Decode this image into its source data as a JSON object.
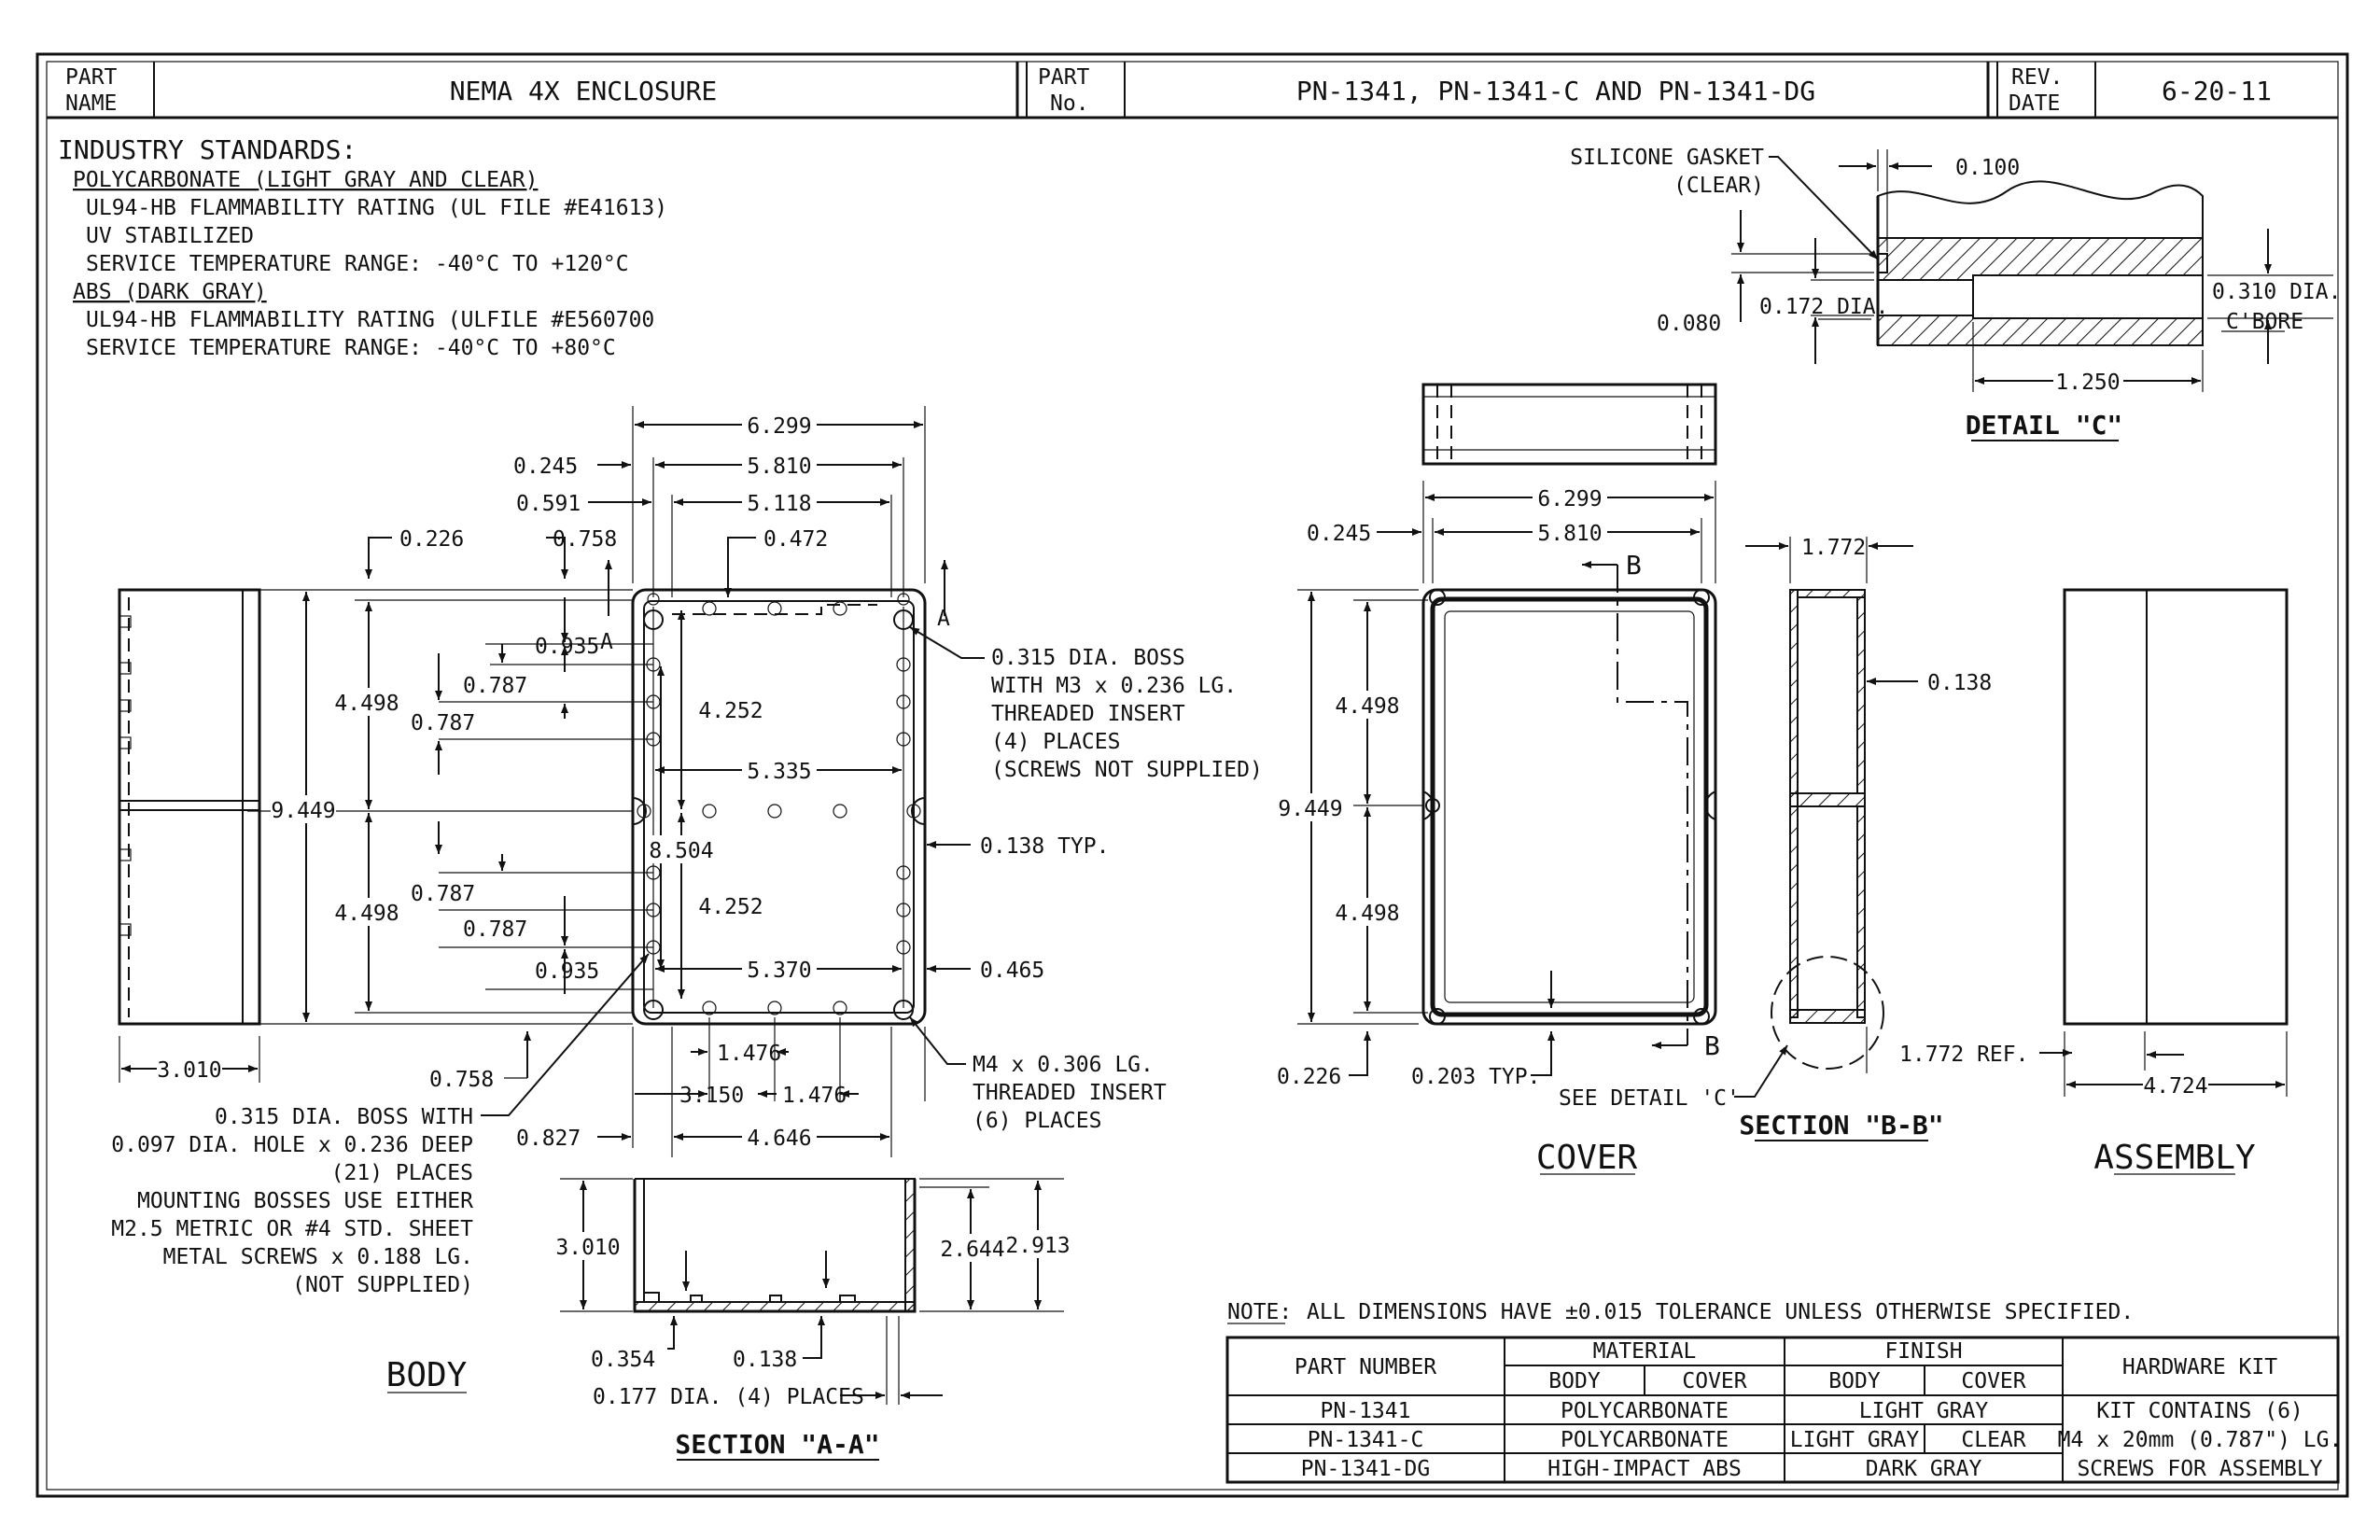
{
  "title_block": {
    "part_name_label_1": "PART",
    "part_name_label_2": "NAME",
    "part_name": "NEMA 4X ENCLOSURE",
    "part_no_label_1": "PART",
    "part_no_label_2": "No.",
    "part_no": "PN-1341, PN-1341-C AND PN-1341-DG",
    "rev_label_1": "REV.",
    "rev_label_2": "DATE",
    "rev_date": "6-20-11"
  },
  "standards": {
    "heading": "INDUSTRY STANDARDS:",
    "lines": [
      "POLYCARBONATE (LIGHT GRAY AND CLEAR)",
      "UL94-HB FLAMMABILITY RATING (UL FILE #E41613)",
      "UV STABILIZED",
      "SERVICE TEMPERATURE RANGE: -40°C TO +120°C",
      "ABS (DARK GRAY)",
      "UL94-HB FLAMMABILITY RATING (ULFILE #E560700",
      "SERVICE TEMPERATURE RANGE: -40°C TO +80°C"
    ]
  },
  "body": {
    "dims": {
      "w_6299": "6.299",
      "w_5810": "5.810",
      "w_5118": "5.118",
      "d_0245": "0.245",
      "d_0591": "0.591",
      "d_0226": "0.226",
      "d_0758_top": "0.758",
      "d_0472": "0.472",
      "d_0935_top": "0.935",
      "d_0787_a": "0.787",
      "d_0787_b": "0.787",
      "d_4252_top": "4.252",
      "d_5335": "5.335",
      "d_8504": "8.504",
      "d_4252_bot": "4.252",
      "d_0787_c": "0.787",
      "d_0787_d": "0.787",
      "d_0935_bot": "0.935",
      "d_5370": "5.370",
      "h_4498_top": "4.498",
      "h_9449": "9.449",
      "h_4498_bot": "4.498",
      "d_0138_typ": "0.138 TYP.",
      "d_0465": "0.465",
      "d_1476_a": "1.476",
      "d_3150": "3.150",
      "d_1476_b": "1.476",
      "d_0758_bot": "0.758",
      "d_0827": "0.827",
      "d_4646": "4.646",
      "side_3010": "3.010",
      "section_A": "A"
    },
    "note_boss_top": [
      "0.315 DIA. BOSS",
      "WITH M3 x 0.236 LG.",
      "THREADED INSERT",
      "(4) PLACES",
      "(SCREWS NOT SUPPLIED)"
    ],
    "note_insert": [
      "M4 x 0.306 LG.",
      "THREADED INSERT",
      "(6) PLACES"
    ],
    "note_mount": [
      "0.315 DIA. BOSS WITH",
      "0.097 DIA. HOLE x 0.236 DEEP",
      "(21) PLACES",
      "MOUNTING BOSSES USE EITHER",
      "M2.5 METRIC OR #4 STD. SHEET",
      "METAL SCREWS x 0.188 LG.",
      "(NOT SUPPLIED)"
    ],
    "label": "BODY"
  },
  "section_aa": {
    "d_3010": "3.010",
    "d_2644": "2.644",
    "d_2913": "2.913",
    "d_0354": "0.354",
    "d_0138": "0.138",
    "d_0177": "0.177 DIA. (4) PLACES",
    "label": "SECTION \"A-A\""
  },
  "cover": {
    "w_6299": "6.299",
    "w_5810": "5.810",
    "d_0245": "0.245",
    "h_4498_top": "4.498",
    "h_9449": "9.449",
    "h_4498_bot": "4.498",
    "d_0226": "0.226",
    "d_0203": "0.203 TYP.",
    "see_detail": "SEE DETAIL 'C'",
    "section_B": "B",
    "label": "COVER"
  },
  "section_bb": {
    "d_1772": "1.772",
    "d_0138": "0.138",
    "d_1772_ref": "1.772 REF.",
    "label": "SECTION \"B-B\""
  },
  "assembly": {
    "d_4724": "4.724",
    "label": "ASSEMBLY"
  },
  "detail_c": {
    "gasket_1": "SILICONE GASKET",
    "gasket_2": "(CLEAR)",
    "d_0100": "0.100",
    "d_0080": "0.080",
    "d_0172": "0.172 DIA.",
    "d_0310_1": "0.310 DIA.",
    "d_0310_2": "C'BORE",
    "d_1250": "1.250",
    "label": "DETAIL \"C\""
  },
  "note": {
    "label": "NOTE:",
    "text": "ALL DIMENSIONS HAVE ±0.015 TOLERANCE UNLESS OTHERWISE SPECIFIED."
  },
  "table": {
    "h_part": "PART NUMBER",
    "h_material": "MATERIAL",
    "h_finish": "FINISH",
    "h_hardware": "HARDWARE KIT",
    "h_body_1": "BODY",
    "h_cover_1": "COVER",
    "h_body_2": "BODY",
    "h_cover_2": "COVER",
    "rows": [
      {
        "part": "PN-1341",
        "material": "POLYCARBONATE",
        "finish_body": "LIGHT GRAY",
        "finish_cover": ""
      },
      {
        "part": "PN-1341-C",
        "material": "POLYCARBONATE",
        "finish_body": "LIGHT GRAY",
        "finish_cover": "CLEAR"
      },
      {
        "part": "PN-1341-DG",
        "material": "HIGH-IMPACT ABS",
        "finish_body": "DARK GRAY",
        "finish_cover": ""
      }
    ],
    "hardware_lines": [
      "KIT CONTAINS (6)",
      "M4 x 20mm (0.787\") LG.",
      "SCREWS FOR ASSEMBLY"
    ]
  }
}
